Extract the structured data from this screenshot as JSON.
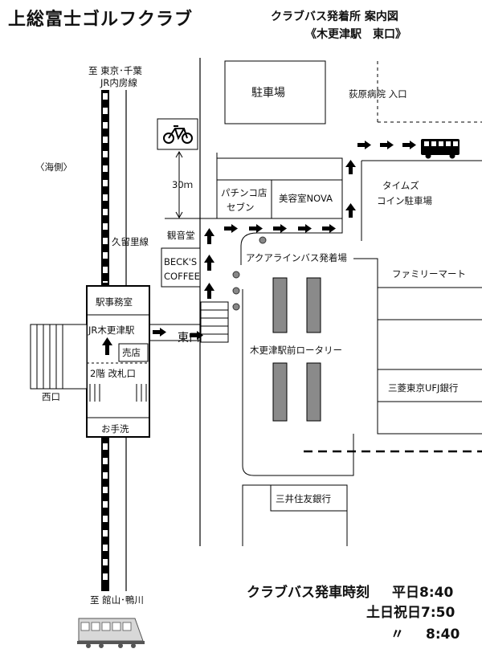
{
  "header": {
    "club_name": "上総富士ゴルフクラブ",
    "subtitle_line1": "クラブバス発着所 案内図",
    "subtitle_line2": "《木更津駅　東口》"
  },
  "map": {
    "direction_north_line1": "至 東京･千葉",
    "direction_north_line2": "JR内房線",
    "direction_south": "至 館山･鴨川",
    "sea_side": "〈海側〉",
    "kururi_line": "久留里線",
    "distance": "30ｍ",
    "parking": "駐車場",
    "hospital_entrance": "荻原病院 入口",
    "pachinko_line1": "パチンコ店",
    "pachinko_line2": "セブン",
    "salon": "美容室NOVA",
    "times_line1": "タイムズ",
    "times_line2": "コイン駐車場",
    "kannondo": "観音堂",
    "becks_line1": "BECK'S",
    "becks_line2": "COFFEE",
    "aqualine_stop": "アクアラインバス発着場",
    "family_mart": "ファミリーマート",
    "station_office": "駅事務室",
    "station_name": "JR木更津駅",
    "kiosk": "売店",
    "east_exit": "東口",
    "ticket_gate": "2階 改札口",
    "restroom": "お手洗",
    "west_exit": "西口",
    "rotary": "木更津駅前ロータリー",
    "mufg": "三菱東京UFJ銀行",
    "smbc": "三井住友銀行"
  },
  "icons": {
    "bicycle": "bicycle-icon",
    "bus": "bus-icon",
    "train": "train-icon"
  },
  "schedule": {
    "heading": "クラブバス発車時刻",
    "weekday_label": "平日8:40",
    "weekend_label": "土日祝日7:50",
    "ditto": "〃",
    "weekend_second": "8:40"
  }
}
